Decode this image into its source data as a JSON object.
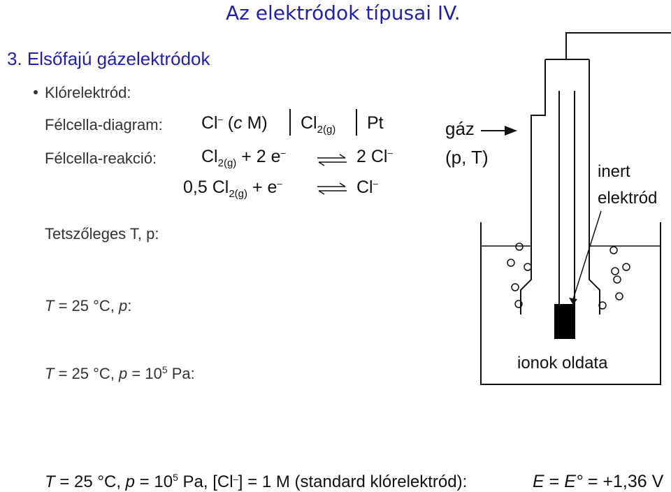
{
  "title": "Az elektródok típusai IV.",
  "heading": "3.  Elsőfajú gázelektródok",
  "bullet": "Klórelektród:",
  "diagram": {
    "label": "Félcella-diagram:",
    "cl": "Cl",
    "minus": "–",
    "conc_open": "(",
    "conc_c": "c",
    "conc_close": " M)",
    "cl2": "Cl",
    "cl2_sub": "2(g)",
    "pt": "Pt"
  },
  "reaction": {
    "label": "Félcella-reakció:",
    "r1_left": "Cl",
    "r1_sub": "2(g)",
    "r1_mid": " + 2 e",
    "r1_minus": "–",
    "r1_right": "2 Cl",
    "r1_right_minus": "–",
    "r2_left": "0,5 Cl",
    "r2_sub": "2(g)",
    "r2_mid": " + e",
    "r2_minus": "–",
    "r2_right": "Cl",
    "r2_right_minus": "–"
  },
  "conditions": {
    "arbitrary": "Tetszőleges T, p:",
    "c1_T": "T",
    "c1_rest": " = 25 °C, ",
    "c1_p": "p",
    "c1_end": ":",
    "c2_T": "T",
    "c2_rest": " = 25 °C, ",
    "c2_p": "p",
    "c2_eq": " = 10",
    "c2_exp": "5",
    "c2_end": " Pa:"
  },
  "apparatus": {
    "gas": "gáz",
    "pT": "(p, T)",
    "inert": "inert",
    "electrode": "elektród",
    "solution": "ionok oldata"
  },
  "final": {
    "T": "T",
    "rest1": " = 25 °C, ",
    "p": "p",
    "eq": " = 10",
    "exp": "5",
    "rest2": " Pa, [Cl",
    "minus": "–",
    "rest3": "] = 1 M (standard klórelektród):",
    "E": "E",
    "eqsign": " = ",
    "E0": "E°",
    "value": " = +1,36 V"
  }
}
